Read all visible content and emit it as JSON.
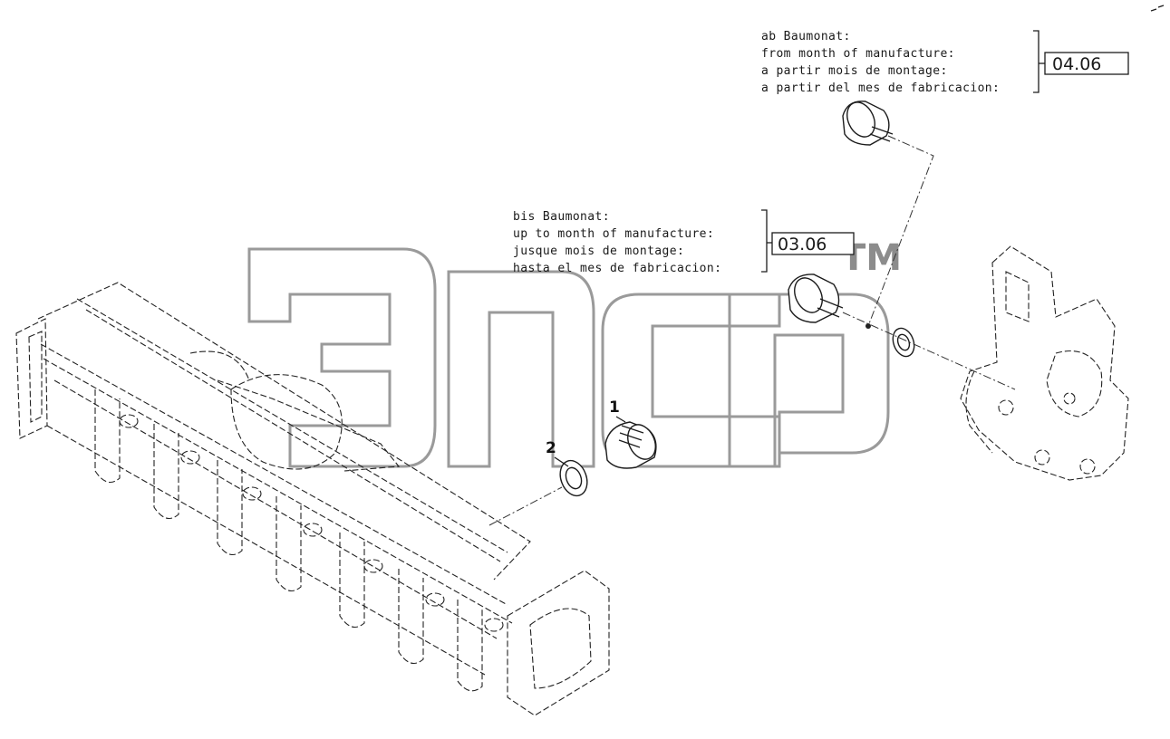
{
  "watermark": {
    "logo_text": "ЭПСР",
    "tm_label": "TM"
  },
  "notes": {
    "from": {
      "lines": [
        "ab Baumonat:",
        "from month of manufacture:",
        "a partir mois de montage:",
        "a partir del mes de fabricacion:"
      ],
      "date": "04.06"
    },
    "until": {
      "lines": [
        "bis Baumonat:",
        "up to month of manufacture:",
        "jusque mois de montage:",
        "hasta el mes de fabricacion:"
      ],
      "date": "03.06"
    }
  },
  "callouts": {
    "plug": "1",
    "seal_ring": "2"
  },
  "colors": {
    "line": "#1c1c1c",
    "watermark": "#9a9a9a",
    "background": "#ffffff"
  }
}
